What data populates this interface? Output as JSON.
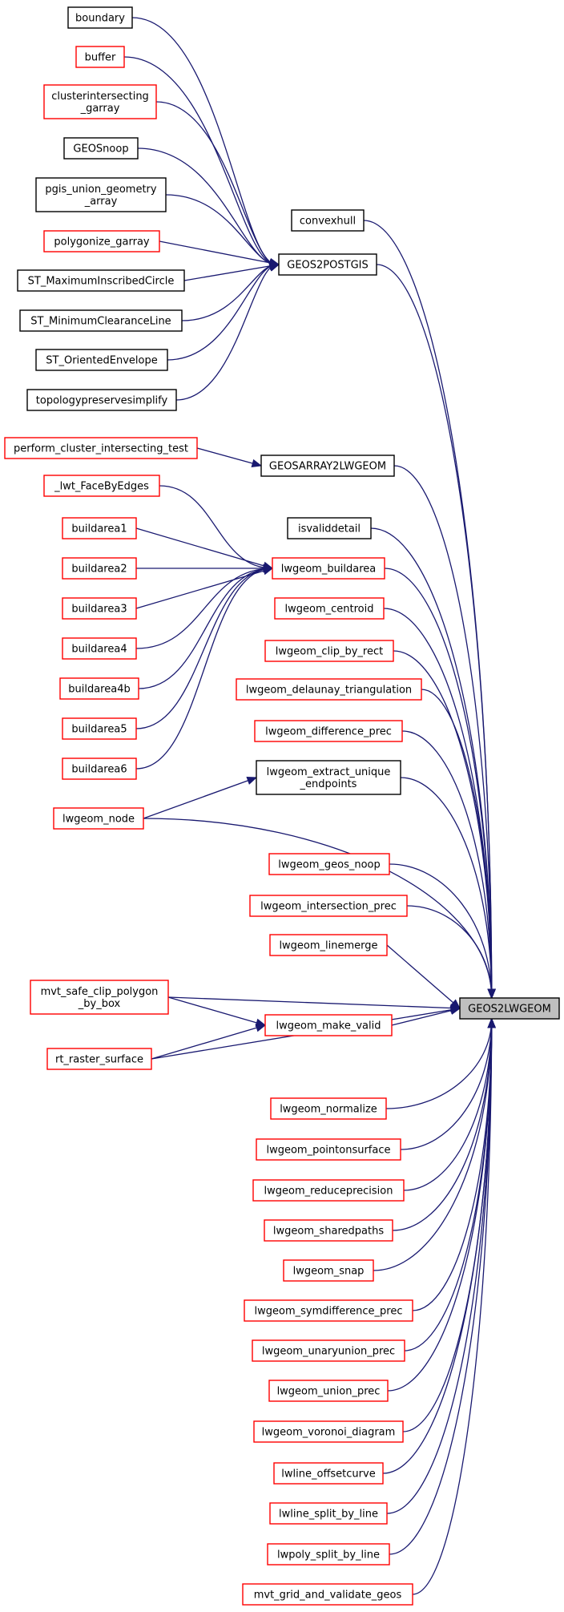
{
  "nodes": {
    "boundary": {
      "label": [
        "boundary"
      ],
      "color": "black"
    },
    "buffer": {
      "label": [
        "buffer"
      ],
      "color": "red"
    },
    "clusterintersecting_garray": {
      "label": [
        "clusterintersecting",
        "_garray"
      ],
      "color": "red"
    },
    "geossnoop": {
      "label": [
        "GEOSnoop"
      ],
      "color": "black"
    },
    "pgis_union_geometry_array": {
      "label": [
        "pgis_union_geometry",
        "_array"
      ],
      "color": "black"
    },
    "polygonize_garray": {
      "label": [
        "polygonize_garray"
      ],
      "color": "red"
    },
    "st_maximuminscribedcircle": {
      "label": [
        "ST_MaximumInscribedCircle"
      ],
      "color": "black"
    },
    "st_minimumclearanceline": {
      "label": [
        "ST_MinimumClearanceLine"
      ],
      "color": "black"
    },
    "st_orientedenvelope": {
      "label": [
        "ST_OrientedEnvelope"
      ],
      "color": "black"
    },
    "topologypreservesimplify": {
      "label": [
        "topologypreservesimplify"
      ],
      "color": "black"
    },
    "convexhull": {
      "label": [
        "convexhull"
      ],
      "color": "black"
    },
    "geos2postgis": {
      "label": [
        "GEOS2POSTGIS"
      ],
      "color": "black"
    },
    "perform_cluster_intersecting_test": {
      "label": [
        "perform_cluster_intersecting_test"
      ],
      "color": "red"
    },
    "geosarray2lwgeom": {
      "label": [
        "GEOSARRAY2LWGEOM"
      ],
      "color": "black"
    },
    "lwt_facebyedges": {
      "label": [
        "_lwt_FaceByEdges"
      ],
      "color": "red"
    },
    "isvaliddetail": {
      "label": [
        "isvaliddetail"
      ],
      "color": "black"
    },
    "buildarea1": {
      "label": [
        "buildarea1"
      ],
      "color": "red"
    },
    "buildarea2": {
      "label": [
        "buildarea2"
      ],
      "color": "red"
    },
    "buildarea3": {
      "label": [
        "buildarea3"
      ],
      "color": "red"
    },
    "buildarea4": {
      "label": [
        "buildarea4"
      ],
      "color": "red"
    },
    "buildarea4b": {
      "label": [
        "buildarea4b"
      ],
      "color": "red"
    },
    "buildarea5": {
      "label": [
        "buildarea5"
      ],
      "color": "red"
    },
    "buildarea6": {
      "label": [
        "buildarea6"
      ],
      "color": "red"
    },
    "lwgeom_buildarea": {
      "label": [
        "lwgeom_buildarea"
      ],
      "color": "red"
    },
    "lwgeom_centroid": {
      "label": [
        "lwgeom_centroid"
      ],
      "color": "red"
    },
    "lwgeom_clip_by_rect": {
      "label": [
        "lwgeom_clip_by_rect"
      ],
      "color": "red"
    },
    "lwgeom_delaunay_triangulation": {
      "label": [
        "lwgeom_delaunay_triangulation"
      ],
      "color": "red"
    },
    "lwgeom_difference_prec": {
      "label": [
        "lwgeom_difference_prec"
      ],
      "color": "red"
    },
    "lwgeom_extract_unique_endpoints": {
      "label": [
        "lwgeom_extract_unique",
        "_endpoints"
      ],
      "color": "black"
    },
    "lwgeom_node": {
      "label": [
        "lwgeom_node"
      ],
      "color": "red"
    },
    "lwgeom_geos_noop": {
      "label": [
        "lwgeom_geos_noop"
      ],
      "color": "red"
    },
    "lwgeom_intersection_prec": {
      "label": [
        "lwgeom_intersection_prec"
      ],
      "color": "red"
    },
    "lwgeom_linemerge": {
      "label": [
        "lwgeom_linemerge"
      ],
      "color": "red"
    },
    "mvt_safe_clip_polygon_by_box": {
      "label": [
        "mvt_safe_clip_polygon",
        "_by_box"
      ],
      "color": "red"
    },
    "lwgeom_make_valid": {
      "label": [
        "lwgeom_make_valid"
      ],
      "color": "red"
    },
    "rt_raster_surface": {
      "label": [
        "rt_raster_surface"
      ],
      "color": "red"
    },
    "geos2lwgeom": {
      "label": [
        "GEOS2LWGEOM"
      ],
      "color": "target"
    },
    "lwgeom_normalize": {
      "label": [
        "lwgeom_normalize"
      ],
      "color": "red"
    },
    "lwgeom_pointonsurface": {
      "label": [
        "lwgeom_pointonsurface"
      ],
      "color": "red"
    },
    "lwgeom_reduceprecision": {
      "label": [
        "lwgeom_reduceprecision"
      ],
      "color": "red"
    },
    "lwgeom_sharedpaths": {
      "label": [
        "lwgeom_sharedpaths"
      ],
      "color": "red"
    },
    "lwgeom_snap": {
      "label": [
        "lwgeom_snap"
      ],
      "color": "red"
    },
    "lwgeom_symdifference_prec": {
      "label": [
        "lwgeom_symdifference_prec"
      ],
      "color": "red"
    },
    "lwgeom_unaryunion_prec": {
      "label": [
        "lwgeom_unaryunion_prec"
      ],
      "color": "red"
    },
    "lwgeom_union_prec": {
      "label": [
        "lwgeom_union_prec"
      ],
      "color": "red"
    },
    "lwgeom_voronoi_diagram": {
      "label": [
        "lwgeom_voronoi_diagram"
      ],
      "color": "red"
    },
    "lwline_offsetcurve": {
      "label": [
        "lwline_offsetcurve"
      ],
      "color": "red"
    },
    "lwline_split_by_line": {
      "label": [
        "lwline_split_by_line"
      ],
      "color": "red"
    },
    "lwpoly_split_by_line": {
      "label": [
        "lwpoly_split_by_line"
      ],
      "color": "red"
    },
    "mvt_grid_and_validate_geos": {
      "label": [
        "mvt_grid_and_validate_geos"
      ],
      "color": "red"
    }
  },
  "edges": [
    [
      "boundary",
      "geos2postgis"
    ],
    [
      "buffer",
      "geos2postgis"
    ],
    [
      "clusterintersecting_garray",
      "geos2postgis"
    ],
    [
      "geossnoop",
      "geos2postgis"
    ],
    [
      "pgis_union_geometry_array",
      "geos2postgis"
    ],
    [
      "polygonize_garray",
      "geos2postgis"
    ],
    [
      "st_maximuminscribedcircle",
      "geos2postgis"
    ],
    [
      "st_minimumclearanceline",
      "geos2postgis"
    ],
    [
      "st_orientedenvelope",
      "geos2postgis"
    ],
    [
      "topologypreservesimplify",
      "geos2postgis"
    ],
    [
      "perform_cluster_intersecting_test",
      "geosarray2lwgeom"
    ],
    [
      "lwt_facebyedges",
      "lwgeom_buildarea"
    ],
    [
      "buildarea1",
      "lwgeom_buildarea"
    ],
    [
      "buildarea2",
      "lwgeom_buildarea"
    ],
    [
      "buildarea3",
      "lwgeom_buildarea"
    ],
    [
      "buildarea4",
      "lwgeom_buildarea"
    ],
    [
      "buildarea4b",
      "lwgeom_buildarea"
    ],
    [
      "buildarea5",
      "lwgeom_buildarea"
    ],
    [
      "buildarea6",
      "lwgeom_buildarea"
    ],
    [
      "lwgeom_node",
      "lwgeom_extract_unique_endpoints"
    ],
    [
      "mvt_safe_clip_polygon_by_box",
      "lwgeom_make_valid"
    ],
    [
      "rt_raster_surface",
      "lwgeom_make_valid"
    ],
    [
      "convexhull",
      "geos2lwgeom"
    ],
    [
      "geos2postgis",
      "geos2lwgeom"
    ],
    [
      "geosarray2lwgeom",
      "geos2lwgeom"
    ],
    [
      "isvaliddetail",
      "geos2lwgeom"
    ],
    [
      "lwgeom_buildarea",
      "geos2lwgeom"
    ],
    [
      "lwgeom_centroid",
      "geos2lwgeom"
    ],
    [
      "lwgeom_clip_by_rect",
      "geos2lwgeom"
    ],
    [
      "lwgeom_delaunay_triangulation",
      "geos2lwgeom"
    ],
    [
      "lwgeom_difference_prec",
      "geos2lwgeom"
    ],
    [
      "lwgeom_extract_unique_endpoints",
      "geos2lwgeom"
    ],
    [
      "lwgeom_node",
      "geos2lwgeom"
    ],
    [
      "lwgeom_geos_noop",
      "geos2lwgeom"
    ],
    [
      "lwgeom_intersection_prec",
      "geos2lwgeom"
    ],
    [
      "lwgeom_linemerge",
      "geos2lwgeom"
    ],
    [
      "mvt_safe_clip_polygon_by_box",
      "geos2lwgeom"
    ],
    [
      "lwgeom_make_valid",
      "geos2lwgeom"
    ],
    [
      "rt_raster_surface",
      "geos2lwgeom"
    ],
    [
      "lwgeom_normalize",
      "geos2lwgeom"
    ],
    [
      "lwgeom_pointonsurface",
      "geos2lwgeom"
    ],
    [
      "lwgeom_reduceprecision",
      "geos2lwgeom"
    ],
    [
      "lwgeom_sharedpaths",
      "geos2lwgeom"
    ],
    [
      "lwgeom_snap",
      "geos2lwgeom"
    ],
    [
      "lwgeom_symdifference_prec",
      "geos2lwgeom"
    ],
    [
      "lwgeom_unaryunion_prec",
      "geos2lwgeom"
    ],
    [
      "lwgeom_union_prec",
      "geos2lwgeom"
    ],
    [
      "lwgeom_voronoi_diagram",
      "geos2lwgeom"
    ],
    [
      "lwline_offsetcurve",
      "geos2lwgeom"
    ],
    [
      "lwline_split_by_line",
      "geos2lwgeom"
    ],
    [
      "lwpoly_split_by_line",
      "geos2lwgeom"
    ],
    [
      "mvt_grid_and_validate_geos",
      "geos2lwgeom"
    ]
  ],
  "colors": {
    "edge": "#191970",
    "red_border": "#ff0000",
    "black_border": "#000000",
    "target_fill": "#bfbfbf"
  }
}
